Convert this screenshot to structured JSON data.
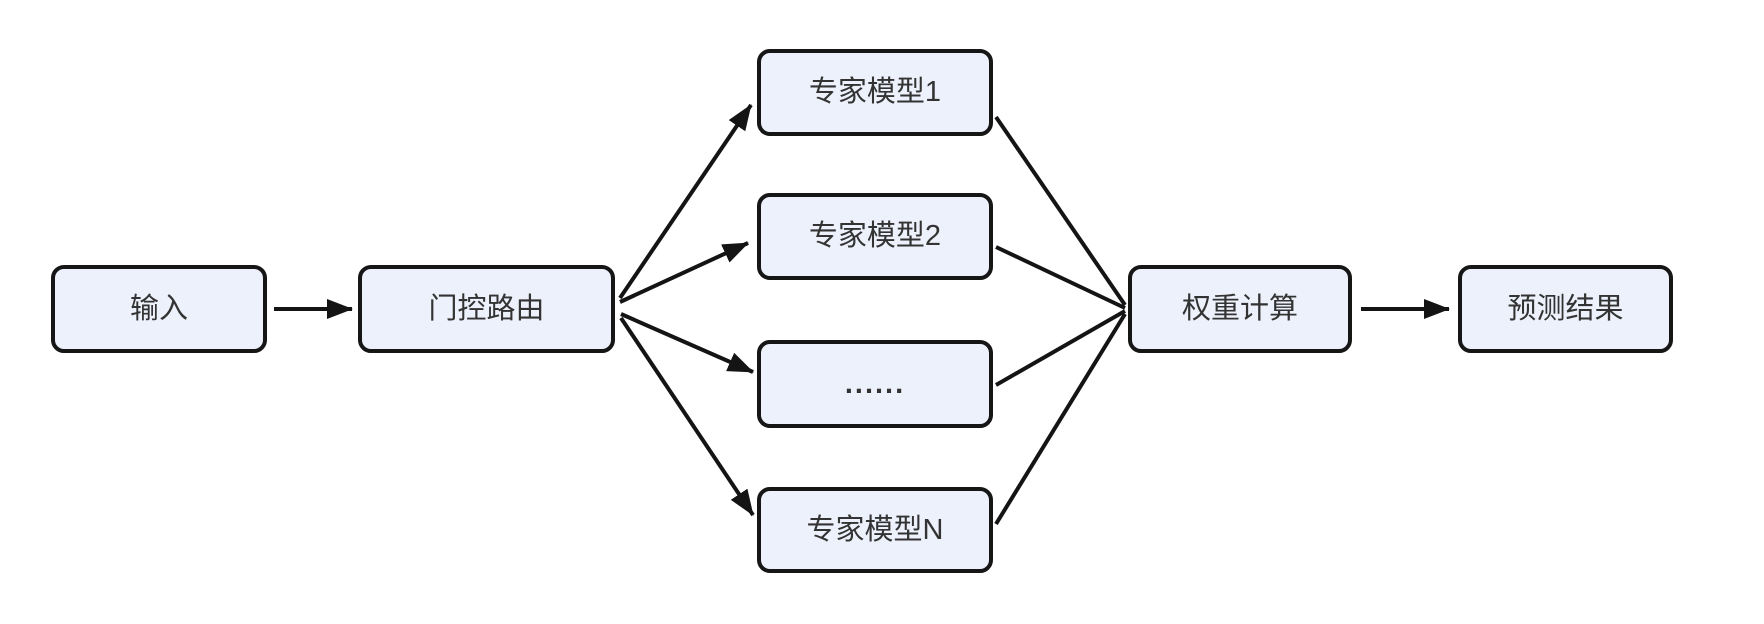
{
  "diagram": {
    "type": "flowchart",
    "nodes": {
      "input": {
        "label": "输入"
      },
      "router": {
        "label": "门控路由"
      },
      "expert1": {
        "label": "专家模型1"
      },
      "expert2": {
        "label": "专家模型2"
      },
      "expert_more": {
        "label": "......"
      },
      "expertN": {
        "label": "专家模型N"
      },
      "weight": {
        "label": "权重计算"
      },
      "result": {
        "label": "预测结果"
      }
    },
    "edges": [
      {
        "from": "input",
        "to": "router",
        "arrow": true
      },
      {
        "from": "router",
        "to": "expert1",
        "arrow": true
      },
      {
        "from": "router",
        "to": "expert2",
        "arrow": true
      },
      {
        "from": "router",
        "to": "expert_more",
        "arrow": true
      },
      {
        "from": "router",
        "to": "expertN",
        "arrow": true
      },
      {
        "from": "expert1",
        "to": "weight",
        "arrow": false
      },
      {
        "from": "expert2",
        "to": "weight",
        "arrow": false
      },
      {
        "from": "expert_more",
        "to": "weight",
        "arrow": false
      },
      {
        "from": "expertN",
        "to": "weight",
        "arrow": false
      },
      {
        "from": "weight",
        "to": "result",
        "arrow": true
      }
    ],
    "colors": {
      "background": "#ffffff",
      "node_fill": "#edf1fb",
      "node_border": "#161616",
      "edge": "#141414",
      "text": "#333333"
    }
  }
}
